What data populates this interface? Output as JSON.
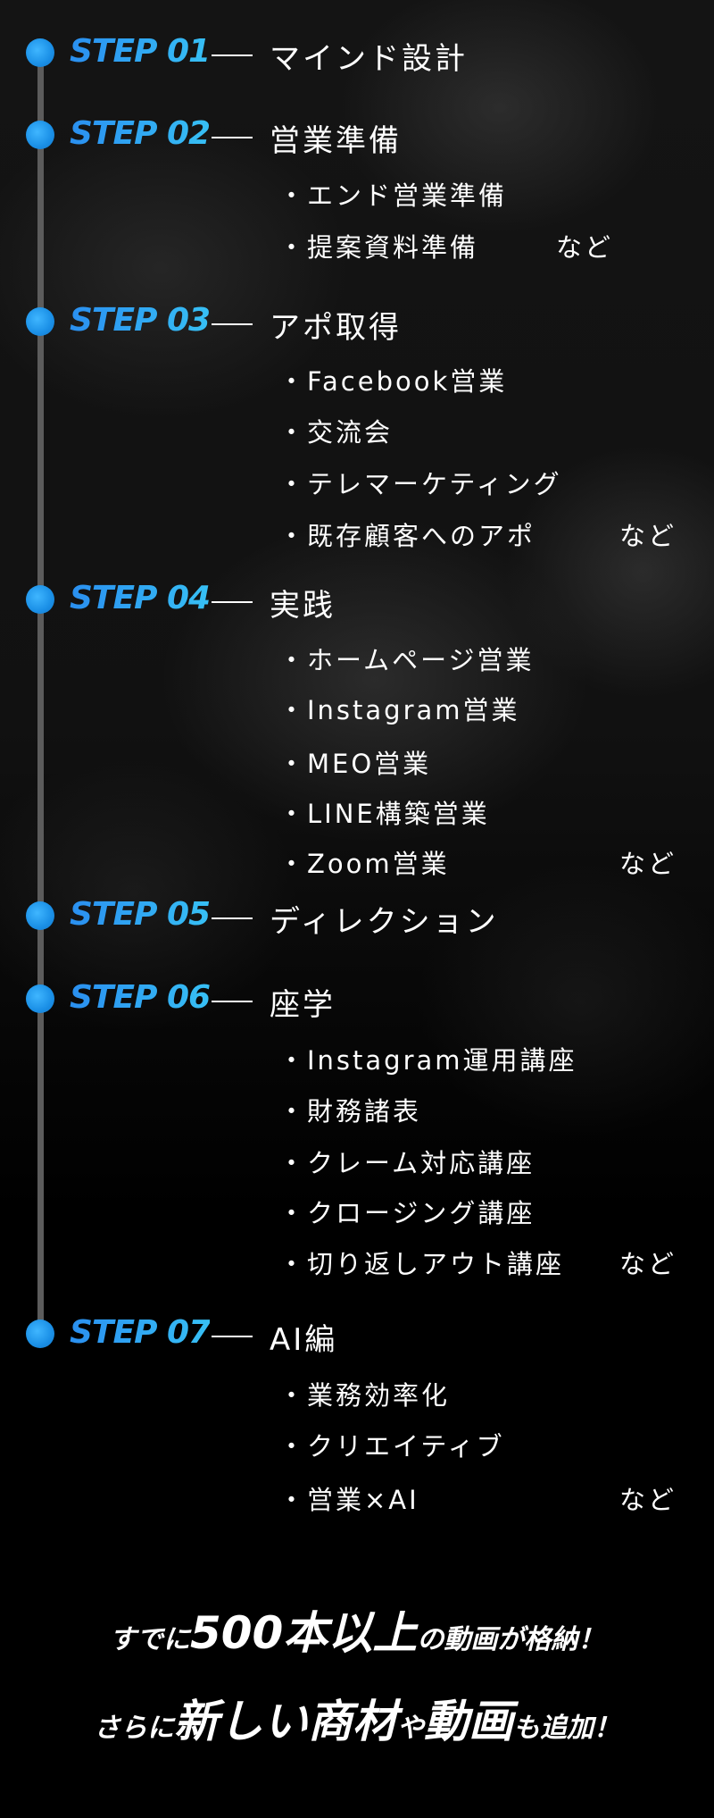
{
  "steps": [
    {
      "label": "STEP 01",
      "title": "マインド設計",
      "items": [],
      "etc": ""
    },
    {
      "label": "STEP 02",
      "title": "営業準備",
      "items": [
        "・エンド営業準備",
        "・提案資料準備"
      ],
      "etc": "など"
    },
    {
      "label": "STEP 03",
      "title": "アポ取得",
      "items": [
        "・Facebook営業",
        "・交流会",
        "・テレマーケティング",
        "・既存顧客へのアポ"
      ],
      "etc": "など"
    },
    {
      "label": "STEP 04",
      "title": "実践",
      "items": [
        "・ホームページ営業",
        "・Instagram営業",
        "・MEO営業",
        "・LINE構築営業",
        "・Zoom営業"
      ],
      "etc": "など"
    },
    {
      "label": "STEP 05",
      "title": "ディレクション",
      "items": [],
      "etc": ""
    },
    {
      "label": "STEP 06",
      "title": "座学",
      "items": [
        "・Instagram運用講座",
        "・財務諸表",
        "・クレーム対応講座",
        "・クロージング講座",
        "・切り返しアウト講座"
      ],
      "etc": "など"
    },
    {
      "label": "STEP 07",
      "title": "AI編",
      "items": [
        "・業務効率化",
        "・クリエイティブ",
        "・営業×AI"
      ],
      "etc": "など"
    }
  ],
  "closing": {
    "line1": {
      "a": "すでに",
      "b": "500本以上",
      "c": "の動画が格納！"
    },
    "line2": {
      "a": "さらに",
      "b": "新しい商材",
      "c": "や",
      "d": "動画",
      "e": "も追加！"
    }
  }
}
